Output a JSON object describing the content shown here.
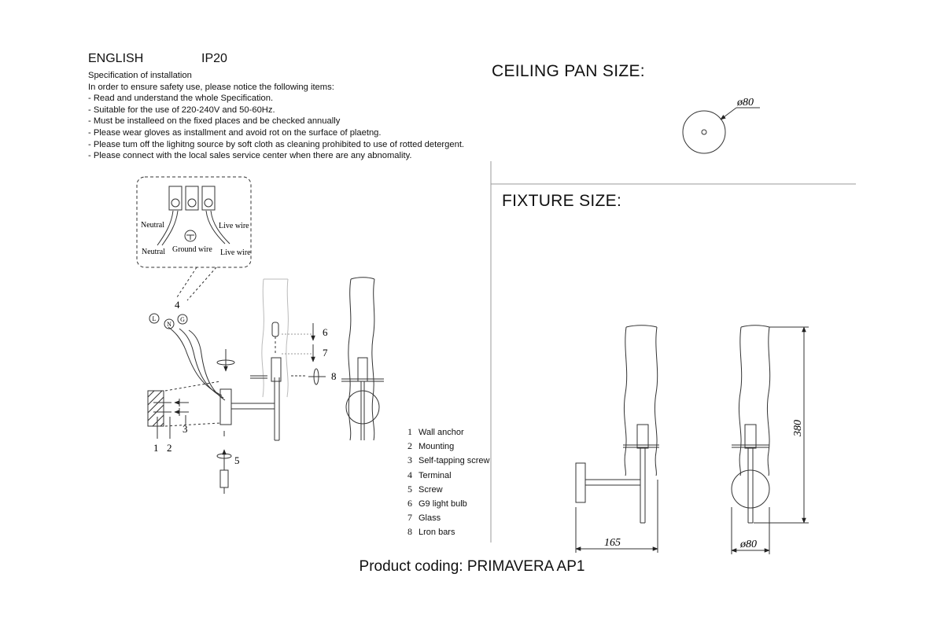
{
  "header": {
    "language": "ENGLISH",
    "ip_rating": "IP20"
  },
  "specification": {
    "title": "Specification of installation",
    "intro": "In order to ensure safety use, please notice the following items:",
    "items": [
      "- Read and understand the whole Specification.",
      "- Suitable for the use of 220-240V and 50-60Hz.",
      "- Must be installeed on the fixed places and be checked annually",
      "- Please wear gloves as installment and avoid rot on the surface of plaetng.",
      "- Please tum off the lighitng source by soft cloth as cleaning prohibited to use of rotted detergent.",
      "- Please connect with the local sales service center when there are any abnomality."
    ]
  },
  "ceiling_pan": {
    "title": "CEILING PAN SIZE:",
    "diameter_label": "ø80"
  },
  "fixture": {
    "title": "FIXTURE SIZE:",
    "width_label": "165",
    "height_label": "380",
    "diameter_label": "ø80"
  },
  "wiring": {
    "neutral_top": "Neutral",
    "live_top": "Live wire",
    "neutral_bottom": "Neutral",
    "ground_bottom": "Ground wire",
    "live_bottom": "Live wire",
    "wire_L": "L",
    "wire_N": "N",
    "wire_G": "G"
  },
  "callouts": [
    "1",
    "2",
    "3",
    "4",
    "5",
    "6",
    "7",
    "8"
  ],
  "legend": [
    {
      "num": "1",
      "label": "Wall anchor"
    },
    {
      "num": "2",
      "label": "Mounting"
    },
    {
      "num": "3",
      "label": "Self-tapping screw"
    },
    {
      "num": "4",
      "label": "Terminal"
    },
    {
      "num": "5",
      "label": "Screw"
    },
    {
      "num": "6",
      "label": "G9 light bulb"
    },
    {
      "num": "7",
      "label": "Glass"
    },
    {
      "num": "8",
      "label": "Lron bars"
    }
  ],
  "product": {
    "coding": "Product coding: PRIMAVERA AP1"
  }
}
